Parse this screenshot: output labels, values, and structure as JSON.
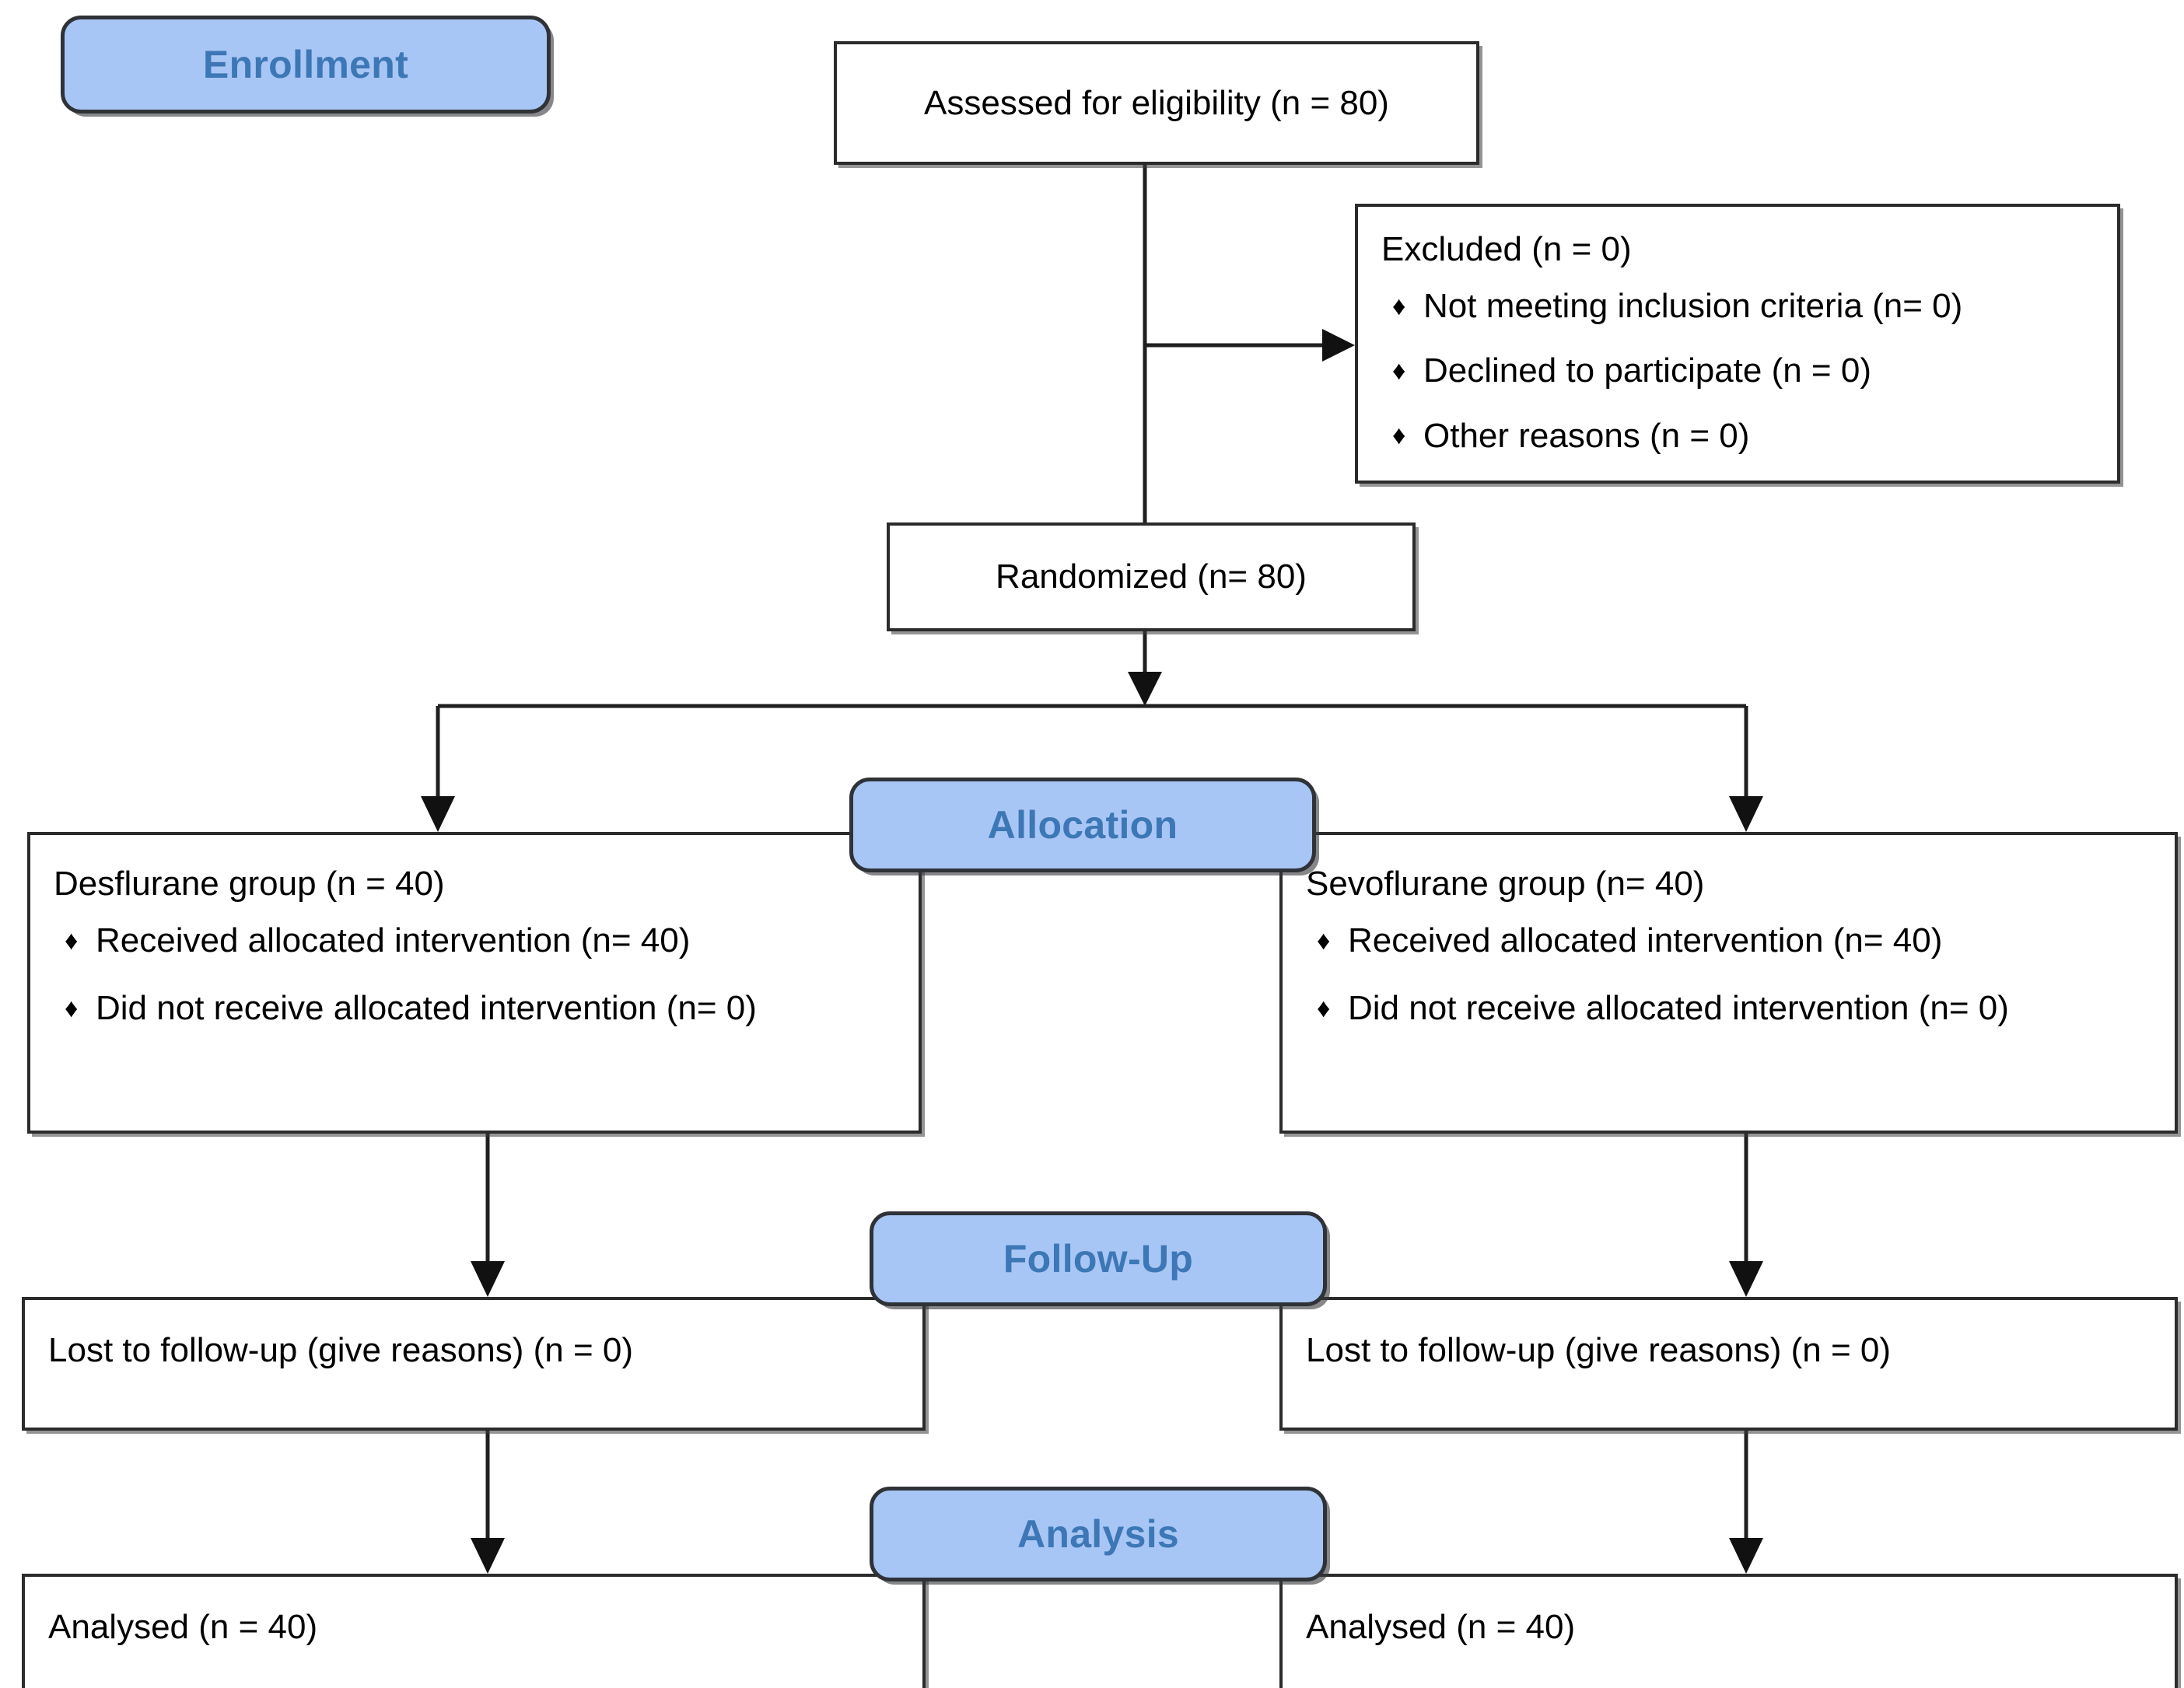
{
  "diagram": {
    "title": "CONSORT participant flow diagram",
    "accent_blue_fill": "#a8c6f5",
    "accent_blue_text": "#3d77b5",
    "line_color": "#1f1f1f",
    "bullet_glyph": "♦"
  },
  "badges": {
    "enrollment": "Enrollment",
    "allocation": "Allocation",
    "follow_up": "Follow-Up",
    "analysis": "Analysis"
  },
  "nodes": {
    "assessed": {
      "text": "Assessed for eligibility (n = 80)"
    },
    "excluded": {
      "heading": "Excluded (n = 0)",
      "items": [
        "Not meeting inclusion criteria (n= 0)",
        "Declined to participate (n = 0)",
        "Other reasons (n = 0)"
      ]
    },
    "randomized": {
      "text": "Randomized (n= 80)"
    },
    "desflurane": {
      "heading": "Desflurane group (n = 40)",
      "items": [
        "Received allocated intervention (n= 40)",
        "Did not receive allocated intervention (n= 0)"
      ]
    },
    "sevoflurane": {
      "heading": "Sevoflurane group (n= 40)",
      "items": [
        "Received allocated intervention (n= 40)",
        "Did not receive allocated intervention (n= 0)"
      ]
    },
    "followup_left": {
      "text": "Lost to follow-up (give reasons) (n = 0)"
    },
    "followup_right": {
      "text": "Lost to follow-up (give reasons) (n = 0)"
    },
    "analysed_left": {
      "text": "Analysed (n = 40)"
    },
    "analysed_right": {
      "text": "Analysed (n = 40)"
    }
  }
}
